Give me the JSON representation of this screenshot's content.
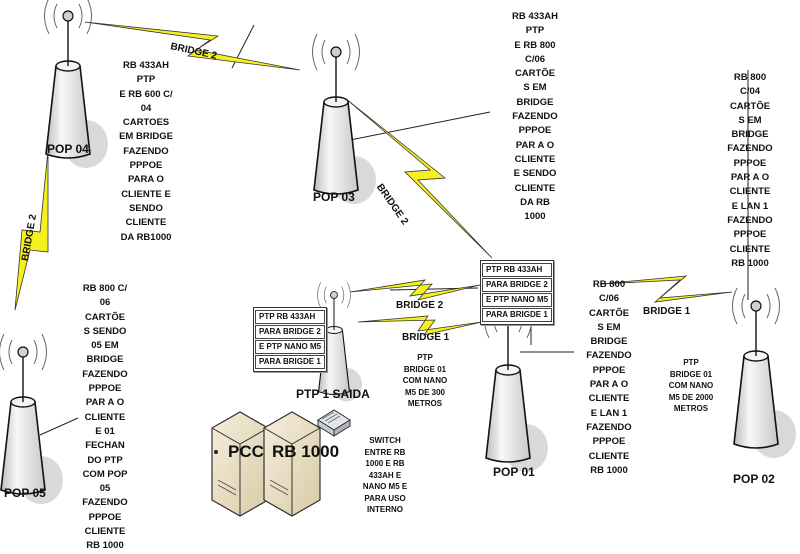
{
  "nodes": {
    "pop04": {
      "label": "POP 04"
    },
    "pop03": {
      "label": "POP 03"
    },
    "pop05": {
      "label": "POP 05"
    },
    "pop01": {
      "label": "POP 01"
    },
    "pop02": {
      "label": "POP 02"
    },
    "ptp1": {
      "label": "PTP 1 SAIDA"
    }
  },
  "links": {
    "pop04_pop03": "BRIDGE 2",
    "pop03_pop01": "BRIDGE 2",
    "pop04_pop05": "BRIDGE 2",
    "ptp1_pop01_a": "BRIDGE 2",
    "ptp1_pop01_b": "BRIDGE 1",
    "pop01_pop02": "BRIDGE 1"
  },
  "notes": {
    "pop04": "RB 433AH\nPTP\nE RB 600 C/\n04\nCARTOES\nEM BRIDGE\nFAZENDO\nPPPOE\nPARA O\nCLIENTE E\nSENDO\nCLIENTE\nDA RB1000",
    "pop03": "RB 433AH\nPTP\nE RB 800\nC/06\nCARTÕE\nS EM\nBRIDGE\nFAZENDO\nPPPOE\nPAR A O\nCLIENTE\nE SENDO\nCLIENTE\nDA RB\n1000",
    "pop02": "RB 800\nC/04\nCARTÕE\nS EM\nBRIDGE\nFAZENDO\nPPPOE\nPAR A O\nCLIENTE\nE LAN 1\nFAZENDO\nPPPOE\nCLIENTE\nRB 1000",
    "pop05": "RB 800 C/\n06\nCARTÕE\nS SENDO\n05 EM\nBRIDGE\nFAZENDO\nPPPOE\nPAR A O\nCLIENTE\nE 01\nFECHAN\nDO PTP\nCOM POP\n05\nFAZENDO\nPPPOE\nCLIENTE\nRB 1000",
    "pop01": "RB 800\nC/06\nCARTÕE\nS EM\nBRIDGE\nFAZENDO\nPPPOE\nPAR A O\nCLIENTE\nE LAN 1\nFAZENDO\nPPPOE\nCLIENTE\nRB 1000",
    "ptp_300": "PTP\nBRIDGE 01\nCOM NANO\nM5 DE 300\nMETROS",
    "ptp_2000": "PTP\nBRIDGE 01\nCOM NANO\nM5 DE 2000\nMETROS",
    "switch": "SWITCH\nENTRE RB\n1000 E RB\n433AH E\nNANO M5 E\nPARA USO\nINTERNO"
  },
  "boxes": {
    "pop01": [
      "PTP RB 433AH",
      "PARA BRIDGE 2",
      "E PTP NANO M5",
      "PARA BRIGDE 1"
    ],
    "ptp1": [
      "PTP RB 433AH",
      "PARA BRIDGE 2",
      "E PTP NANO M5",
      "PARA BRIGDE 1"
    ]
  },
  "servers": {
    "pcc": "PCC",
    "rb1000": "RB 1000"
  },
  "colors": {
    "bolt": "#f5f020",
    "tower": "#e8e8e8",
    "shadow": "#d6d6d6"
  }
}
